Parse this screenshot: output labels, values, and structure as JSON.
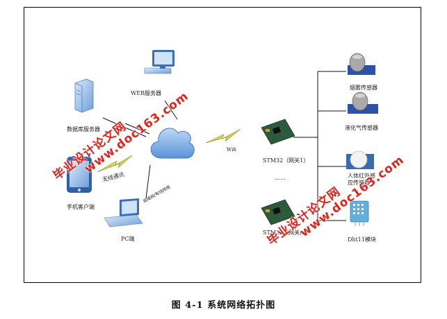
{
  "labels": {
    "web_server": "WEB服务器",
    "db_server": "数据库服务器",
    "mobile_client": "手机客户端",
    "pc": "PC端",
    "wireless": "无线通讯",
    "wired": "局域网/有线网络",
    "wifi": "Wifi",
    "gateway1": "STM32（网关1）",
    "ellipsis": "……",
    "gatewayn": "STM32（网关n）",
    "smoke": "烟雾传感器",
    "lpg": "液化气传感器",
    "pir": "人体红外感应传感器",
    "dht11": "Dht11模块"
  },
  "caption": "图 4-1 系统网络拓扑图",
  "watermarks": [
    "毕业设计论文网",
    "www.doc163.com"
  ],
  "colors": {
    "watermark": "#e0241c",
    "cloud": "#6aa0dd",
    "device": "#5d8fd0",
    "bolt": "#d8d83a"
  }
}
